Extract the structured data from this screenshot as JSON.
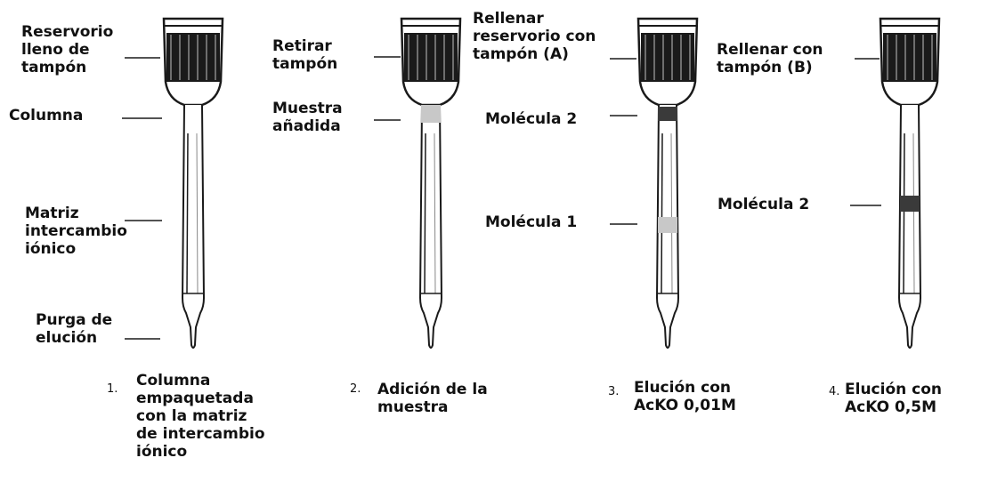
{
  "colors": {
    "outline": "#1a1a1a",
    "band_dark": "#3a3a3a",
    "band_light": "#c8c8c8",
    "reservoir_fill": "#1a1a1a"
  },
  "columns": [
    {
      "step_number": "1.",
      "caption": "Columna\nempaquetada\ncon la matriz\nde intercambio\niónico",
      "labels": [
        "Reservorio\nlleno de\ntampón",
        "Columna",
        "Matriz\nintercambio\niónico",
        "Purga de\nelución"
      ]
    },
    {
      "step_number": "2.",
      "caption": "Adición de la\nmuestra",
      "labels": [
        "Retirar\ntampón",
        "Muestra\nañadida"
      ]
    },
    {
      "step_number": "3.",
      "caption": "Elución con\nAcKO 0,01M",
      "labels": [
        "Rellenar\nreservorio con\ntampón (A)",
        "Molécula 2",
        "Molécula 1"
      ]
    },
    {
      "step_number": "4.",
      "caption": "Elución con\nAcKO 0,5M",
      "labels": [
        "Rellenar con\ntampón (B)",
        "Molécula 2"
      ]
    }
  ]
}
